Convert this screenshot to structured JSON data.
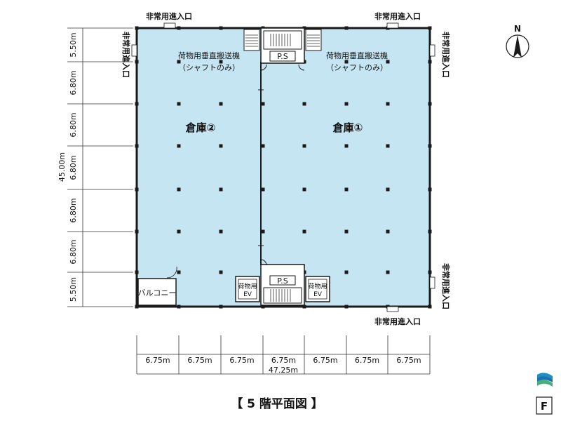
{
  "rooms": {
    "warehouse_1": "倉庫①",
    "warehouse_2": "倉庫②",
    "balcony": "バルコニー"
  },
  "lifts": {
    "left_label": "荷物用垂直搬送機",
    "left_sub": "（シャフトのみ）",
    "right_label": "荷物用垂直搬送機",
    "right_sub": "（シャフトのみ）"
  },
  "ps": {
    "top": "P.S",
    "bottom": "P.S"
  },
  "ev": {
    "left_top": "荷物用",
    "left_bottom": "EV",
    "right_top": "荷物用",
    "right_bottom": "EV"
  },
  "emergency_entrance": {
    "top_left": "非常用進入口",
    "top_right": "非常用進入口",
    "bottom": "非常用進入口",
    "left": "非常用進入口",
    "right_top": "非常用進入口",
    "right_bottom": "非常用進入口"
  },
  "dimensions": {
    "vertical": [
      "5.50m",
      "6.80m",
      "6.80m",
      "6.80m",
      "6.80m",
      "6.80m",
      "5.50m"
    ],
    "vertical_total": "45.00m",
    "horizontal": [
      "6.75m",
      "6.75m",
      "6.75m",
      "6.75m",
      "6.75m",
      "6.75m",
      "6.75m"
    ],
    "horizontal_total": "47.25m"
  },
  "compass": {
    "label": "N"
  },
  "footer": {
    "title": "【 5 階平面図 】"
  },
  "badge": {
    "letter": "F"
  },
  "colors": {
    "floor": "#c6e5f2",
    "wall": "#1a1a1a",
    "logo_blue": "#1a8fc4",
    "logo_green": "#44b07a"
  },
  "icons": [
    "compass-north-icon",
    "brand-logo-icon",
    "floor-badge-icon"
  ]
}
